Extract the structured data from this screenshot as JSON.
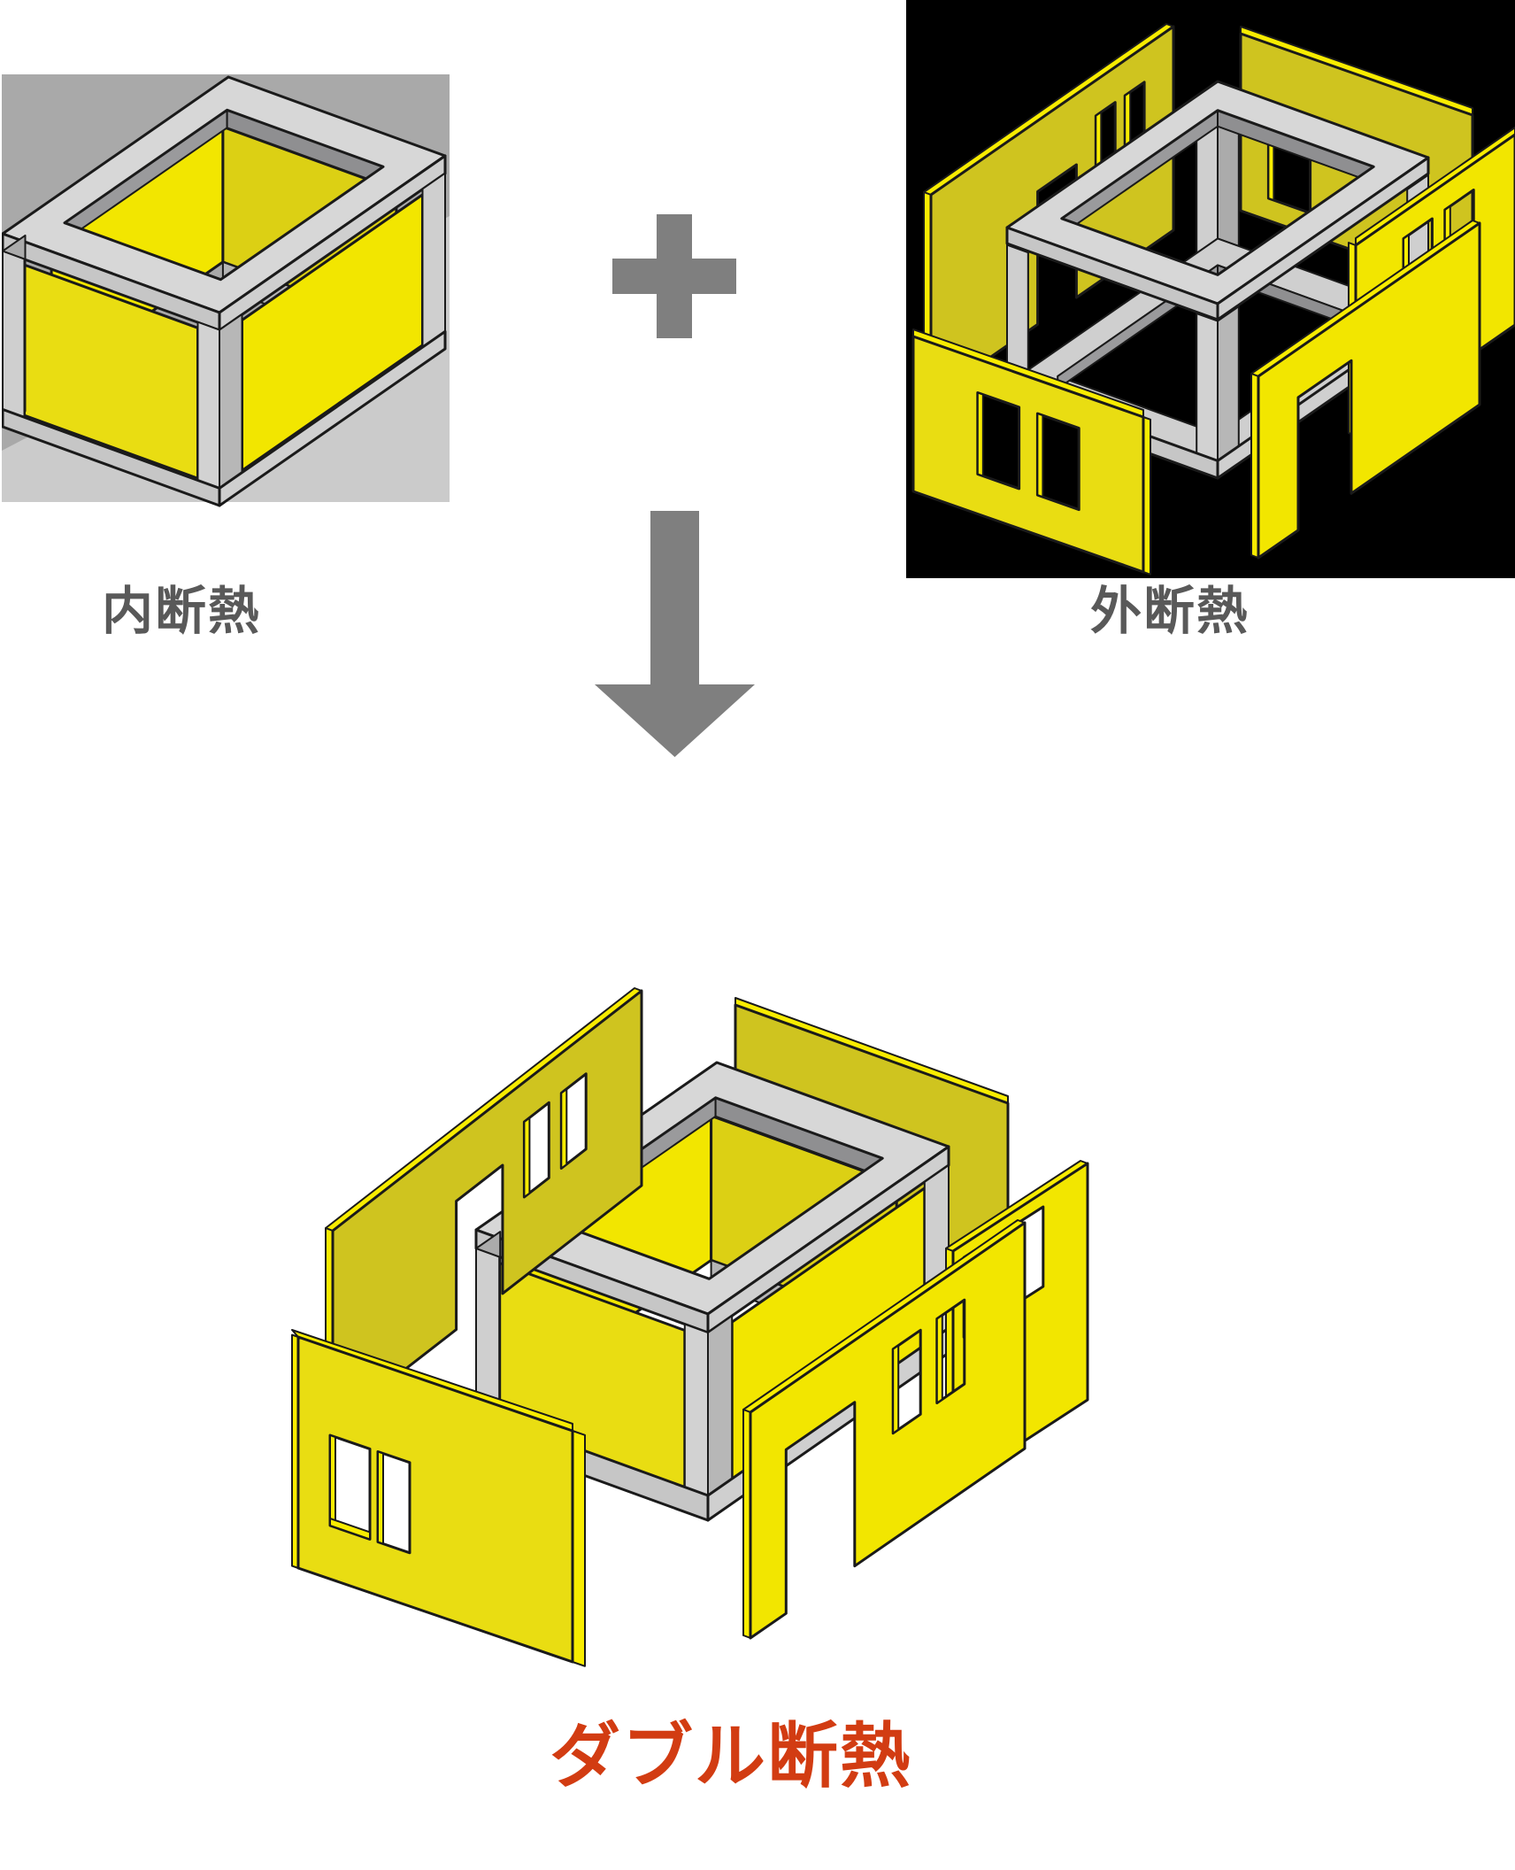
{
  "diagram": {
    "title_semantic": "insulation-combination-diagram",
    "top_left": {
      "label": "内断熱",
      "figure": "interior-insulation-box"
    },
    "top_right": {
      "label": "外断熱",
      "figure": "exterior-insulation-walls"
    },
    "result": {
      "label": "ダブル断熱",
      "figure": "double-insulation-combined"
    },
    "operators": {
      "plus": "plus-icon",
      "arrow": "arrow-down-icon"
    }
  },
  "colors": {
    "bg": "#ffffff",
    "panel-gray-bg": "#a9a9a9",
    "panel-gray-light": "#cbcbcb",
    "panel-black-bg": "#000000",
    "label-gray": "#595959",
    "label-accent": "#d23c12",
    "operator-gray": "#7f7f7f",
    "outline": "#1a1a1a",
    "yellow-bright": "#f2e600",
    "yellow-bright2": "#e9dd12",
    "yellow-mid": "#dcd014",
    "yellow-olive": "#cfc41f",
    "yellow-edge": "#f8ec00",
    "g1": "#d7d7d7",
    "g2": "#cfcfcf",
    "g3": "#c6c6c6",
    "g4": "#b7b7b7",
    "g5": "#ababab",
    "g6": "#9a9a9c",
    "g7": "#8f8f91",
    "g8": "#d2d2d2",
    "floor-gray": "#b5b5b5"
  }
}
